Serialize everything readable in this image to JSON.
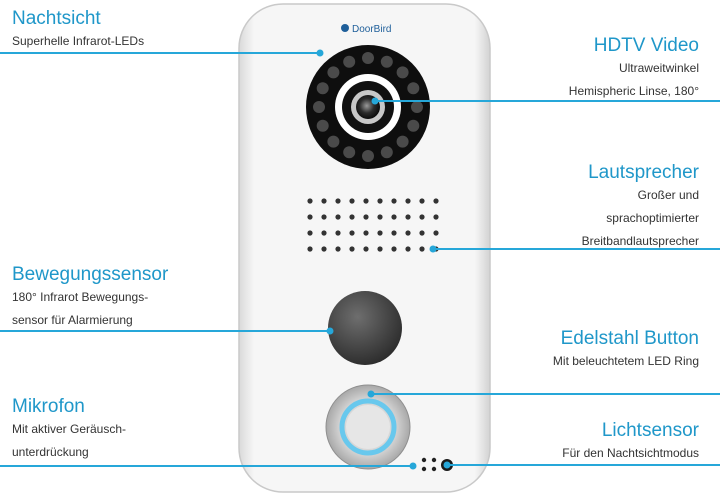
{
  "brand": {
    "name": "DoorBird"
  },
  "colors": {
    "accent": "#1f97c9",
    "callout_line": "#26a7d9",
    "panel": "#f4f4f4",
    "lens_ring": "#111111",
    "ir_led": "#4a4a4a",
    "button_glow": "#5cc6f0"
  },
  "features": {
    "nachtsicht": {
      "title": "Nachtsicht",
      "desc": "Superhelle Infrarot-LEDs"
    },
    "hdtv": {
      "title": "HDTV Video",
      "desc": "Ultraweitwinkel\nHemispheric Linse, 180°"
    },
    "lautsprecher": {
      "title": "Lautsprecher",
      "desc": "Großer und\nsprachoptimierter\nBreitbandlautsprecher"
    },
    "bewegung": {
      "title": "Bewegungssensor",
      "desc": "180° Infrarot Bewegungs-\nsensor für Alarmierung"
    },
    "button": {
      "title": "Edelstahl Button",
      "desc": "Mit beleuchtetem LED Ring"
    },
    "mikrofon": {
      "title": "Mikrofon",
      "desc": "Mit aktiver Geräusch-\nunterdrückung"
    },
    "licht": {
      "title": "Lichtsensor",
      "desc": "Für den Nachtsichtmodus"
    }
  }
}
